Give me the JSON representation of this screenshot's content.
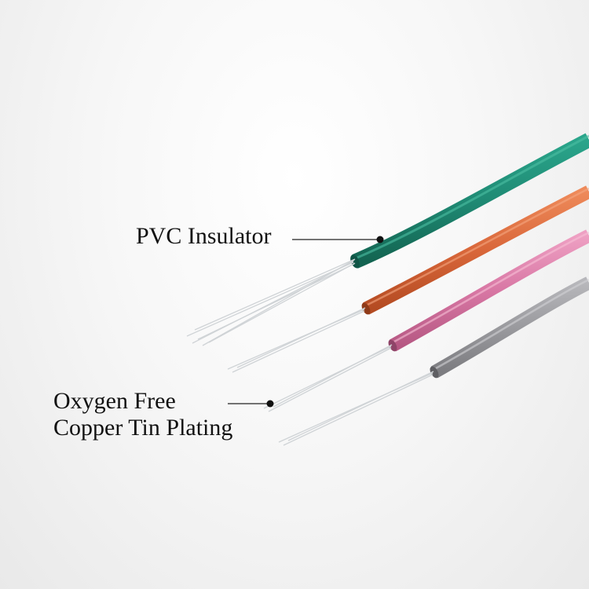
{
  "annotations": {
    "pvc_insulator": "PVC Insulator",
    "copper_line1": "Oxygen Free",
    "copper_line2": "Copper Tin Plating"
  },
  "wire_colors": {
    "green": "#1f8a74",
    "orange": "#d9673a",
    "pink": "#d877a4",
    "gray": "#9a9a9e",
    "strand": "#cfd3d6"
  }
}
